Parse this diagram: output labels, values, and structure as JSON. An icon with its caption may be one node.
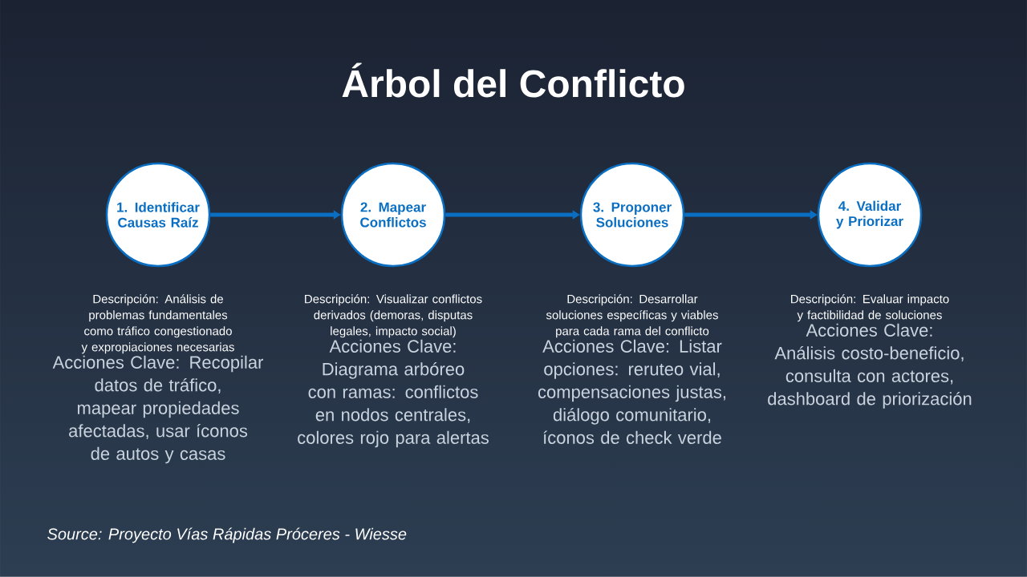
{
  "diagram": {
    "title": "Árbol del Conflicto",
    "nodes": [
      {
        "text": [
          "1. Identificar Causas Raíz"
        ],
        "beside": [
          "Descripción: Análisis de problemas fundamentales como tráfico congestionado y expropiaciones necesarias",
          "Acciones Clave: Recopilar datos de tráfico, mapear propiedades afectadas, usar íconos de autos y casas"
        ]
      },
      {
        "text": [
          "2. Mapear Conflictos"
        ],
        "beside": [
          "Descripción: Visualizar conflictos derivados (demoras, disputas legales, impacto social)",
          "Acciones Clave: Diagrama arbóreo con ramas: conflictos en nodos centrales, colores rojo para alertas"
        ]
      },
      {
        "text": [
          "3. Proponer Soluciones"
        ],
        "beside": [
          "Descripción: Desarrollar soluciones específicas y viables para cada rama del conflicto",
          "Acciones Clave: Listar opciones: reruteo vial, compensaciones justas, diálogo comunitario, íconos de check verde"
        ]
      },
      {
        "text": [
          "4. Validar y Priorizar"
        ],
        "beside": [
          "Descripción: Evaluar impacto y factibilidad de soluciones",
          "Acciones Clave: Análisis costo-beneficio, consulta con actores, dashboard de priorización"
        ]
      }
    ],
    "edges": [
      {
        "from": 0,
        "to": 1,
        "arrow": "to"
      },
      {
        "from": 1,
        "to": 2,
        "arrow": "to"
      },
      {
        "from": 2,
        "to": 3,
        "arrow": "to"
      }
    ],
    "labels": [
      "Source: Proyecto Vías Rápidas Próceres - Wiesse"
    ]
  }
}
